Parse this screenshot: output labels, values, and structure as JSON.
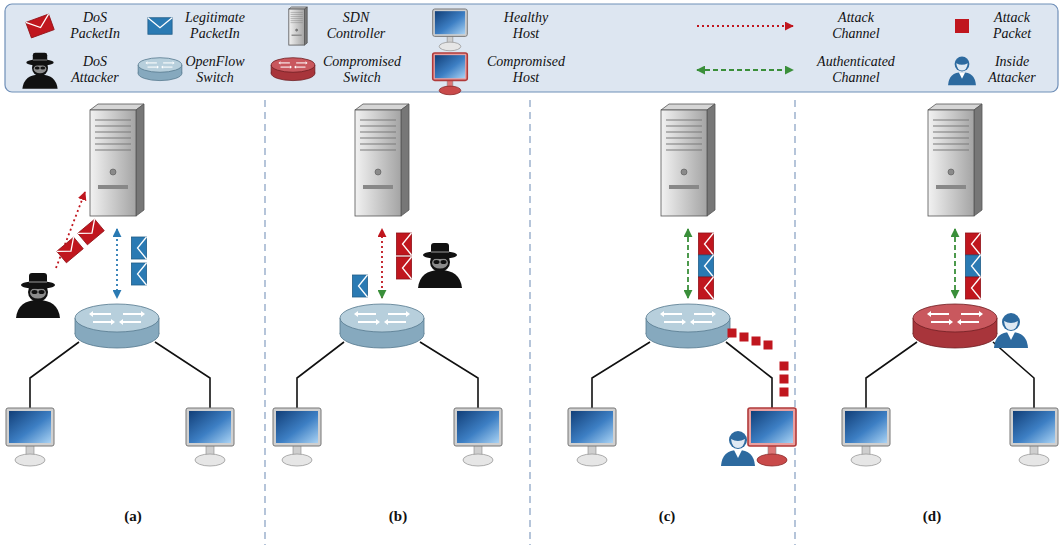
{
  "diagram": {
    "labels": [
      "(a)",
      "(b)",
      "(c)",
      "(d)"
    ],
    "legend": [
      {
        "text": "DoS PacketIn"
      },
      {
        "text": "Legitimate PacketIn"
      },
      {
        "text": "SDN Controller"
      },
      {
        "text": "Healthy Host"
      },
      {
        "text": "Attack Channel"
      },
      {
        "text": "Attack Packet",
        "color": "#c0161e"
      },
      {
        "text": "DoS Attacker"
      },
      {
        "text": "OpenFlow Switch"
      },
      {
        "text": "Compromised Switch"
      },
      {
        "text": "Compromised Host"
      },
      {
        "text": "Authenticated Channel"
      },
      {
        "text": "Inside Attacker"
      }
    ]
  }
}
